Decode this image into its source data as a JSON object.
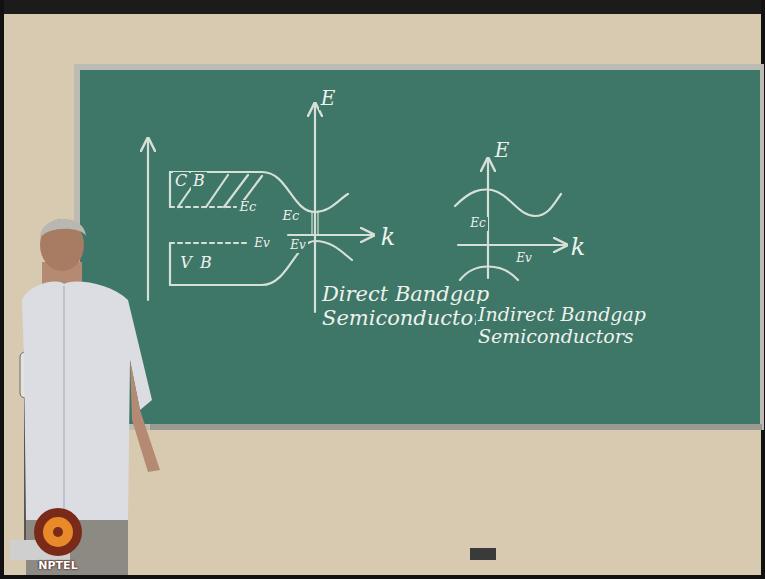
{
  "diagram": {
    "labels": [
      "C",
      "B",
      "Ec",
      "Ec",
      "V",
      "B",
      "Ev",
      "Ev",
      "E",
      "k",
      "Direct Bandgap Semiconductors",
      "E",
      "Ec",
      "Ev",
      "k",
      "Indirect Bandgap Semiconductors",
      "NPTEL"
    ]
  }
}
